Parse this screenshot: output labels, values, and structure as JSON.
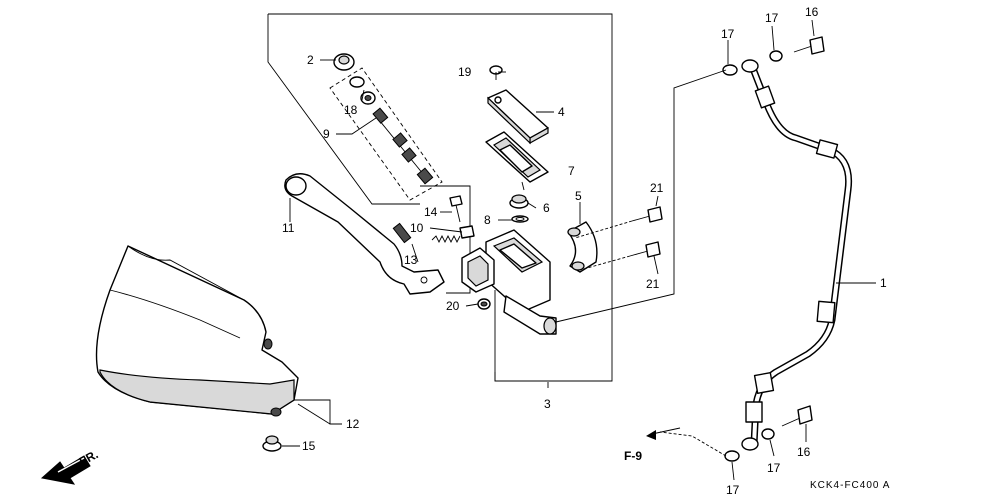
{
  "diagram": {
    "labels": {
      "l1": "1",
      "l2": "2",
      "l3": "3",
      "l4": "4",
      "l5": "5",
      "l6": "6",
      "l7": "7",
      "l8": "8",
      "l9": "9",
      "l10": "10",
      "l11": "11",
      "l12": "12",
      "l13": "13",
      "l14": "14",
      "l15": "15",
      "l16a": "16",
      "l16b": "16",
      "l17a": "17",
      "l17b": "17",
      "l17c": "17",
      "l17d": "17",
      "l18": "18",
      "l19": "19",
      "l20": "20",
      "l21a": "21",
      "l21b": "21",
      "f9": "F-9",
      "fr": "FR."
    },
    "code": "KCK4-FC400 A"
  }
}
